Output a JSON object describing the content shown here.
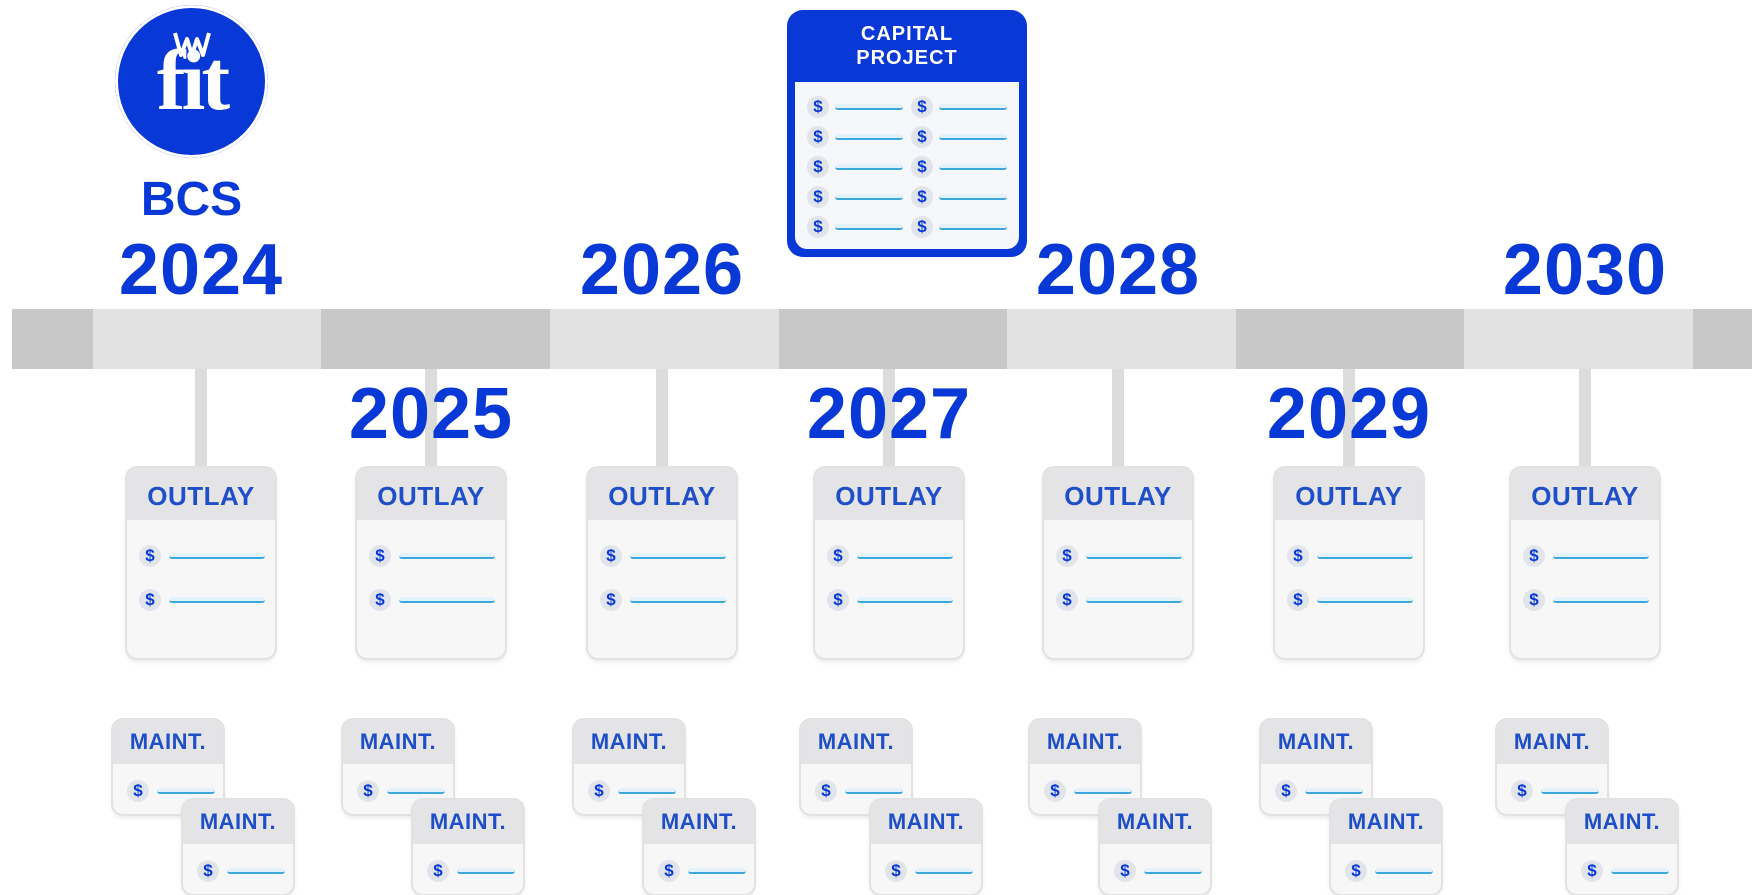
{
  "organization": {
    "logo_text": "fit",
    "name": "BCS"
  },
  "colors": {
    "brand_blue": "#0838d6",
    "card_label_blue": "#1e4fc8",
    "line_accent": "#3aa8dc",
    "band_light": "#e2e2e2",
    "band_dark": "#c8c8c8"
  },
  "capital_project": {
    "title_line1": "CAPITAL",
    "title_line2": "PROJECT",
    "currency_symbol": "$"
  },
  "timeline": [
    {
      "year": "2024",
      "outlay_label": "OUTLAY",
      "maint_label": "MAINT.",
      "currency_symbol": "$"
    },
    {
      "year": "2025",
      "outlay_label": "OUTLAY",
      "maint_label": "MAINT.",
      "currency_symbol": "$"
    },
    {
      "year": "2026",
      "outlay_label": "OUTLAY",
      "maint_label": "MAINT.",
      "currency_symbol": "$"
    },
    {
      "year": "2027",
      "outlay_label": "OUTLAY",
      "maint_label": "MAINT.",
      "currency_symbol": "$"
    },
    {
      "year": "2028",
      "outlay_label": "OUTLAY",
      "maint_label": "MAINT.",
      "currency_symbol": "$"
    },
    {
      "year": "2029",
      "outlay_label": "OUTLAY",
      "maint_label": "MAINT.",
      "currency_symbol": "$"
    },
    {
      "year": "2030",
      "outlay_label": "OUTLAY",
      "maint_label": "MAINT.",
      "currency_symbol": "$"
    }
  ]
}
